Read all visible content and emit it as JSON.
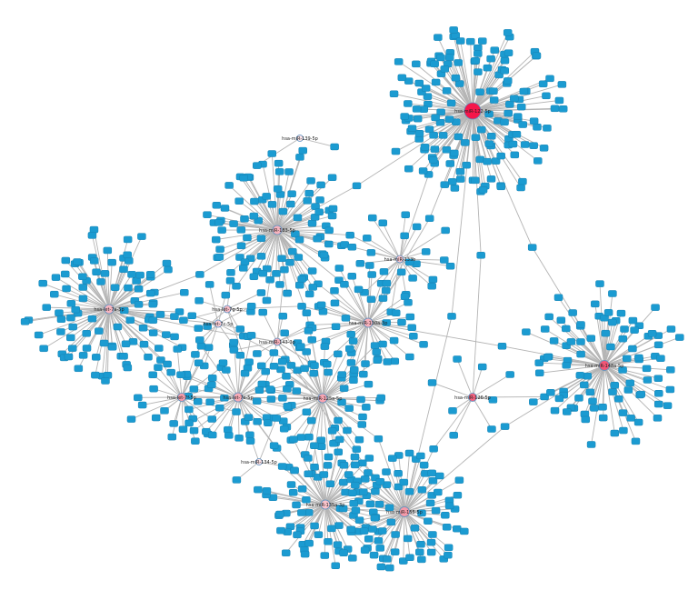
{
  "network": {
    "node_color": "#1b9bd1",
    "edge_color": "#b4b4b4",
    "hubs": [
      {
        "name": "hsa-miR-122-5p",
        "color": "#f5164a"
      },
      {
        "name": "hsa-miR-183-5p",
        "color": "#f7b3bd"
      },
      {
        "name": "hsa-miR-139-5p",
        "color": "#fbe4e8"
      },
      {
        "name": "hsa-let-7a-5p",
        "color": "#f7b6c0"
      },
      {
        "name": "hsa-let-7g-5p",
        "color": "#f7bcc5"
      },
      {
        "name": "hsa-let-7c-5p",
        "color": "#f9cdd4"
      },
      {
        "name": "hsa-miR-143-3p",
        "color": "#f7b0ba"
      },
      {
        "name": "hsa-miR-133b",
        "color": "#f9c6cd"
      },
      {
        "name": "hsa-miR-130a-3p",
        "color": "#f7b0ba"
      },
      {
        "name": "hsa-let-7f-5p",
        "color": "#f59aa8"
      },
      {
        "name": "hsa-let-7e-5p",
        "color": "#f7aab5"
      },
      {
        "name": "hsa-miR-125a-5p",
        "color": "#f7a5b1"
      },
      {
        "name": "hsa-miR-126-5p",
        "color": "#f2627f"
      },
      {
        "name": "hsa-miR-148a-5p",
        "color": "#f25676"
      },
      {
        "name": "hsa-miR-134-5p",
        "color": "#fbe0e4"
      },
      {
        "name": "hsa-miR-135a-3p",
        "color": "#f9c3cb"
      },
      {
        "name": "hsa-miR-155-5p",
        "color": "#f59aa8"
      }
    ]
  }
}
